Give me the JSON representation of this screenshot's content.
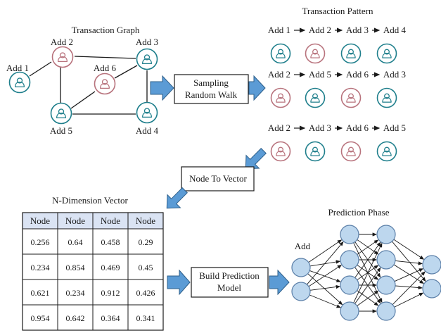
{
  "transaction_graph": {
    "title": "Transaction Graph",
    "nodes": [
      {
        "id": "add1",
        "label": "Add 1",
        "kind": "teal"
      },
      {
        "id": "add2",
        "label": "Add 2",
        "kind": "pink"
      },
      {
        "id": "add3",
        "label": "Add 3",
        "kind": "teal"
      },
      {
        "id": "add6",
        "label": "Add 6",
        "kind": "pink"
      },
      {
        "id": "add5",
        "label": "Add 5",
        "kind": "teal"
      },
      {
        "id": "add4",
        "label": "Add 4",
        "kind": "teal"
      }
    ]
  },
  "sampling_box": {
    "line1": "Sampling",
    "line2": "Random Walk"
  },
  "transaction_pattern": {
    "title": "Transaction Pattern",
    "rows": [
      {
        "addresses": [
          "Add 1",
          "Add 2",
          "Add 3",
          "Add 4"
        ],
        "icons": [
          "teal",
          "pink",
          "teal",
          "teal"
        ]
      },
      {
        "addresses": [
          "Add 2",
          "Add 5",
          "Add 6",
          "Add 3"
        ],
        "icons": [
          "pink",
          "teal",
          "pink",
          "teal"
        ]
      },
      {
        "addresses": [
          "Add 2",
          "Add 3",
          "Add 6",
          "Add 5"
        ],
        "icons": [
          "pink",
          "teal",
          "pink",
          "teal"
        ]
      }
    ]
  },
  "node_to_vector_box": {
    "label": "Node To Vector"
  },
  "vector_table": {
    "title": "N-Dimension Vector",
    "headers": [
      "Node",
      "Node",
      "Node",
      "Node"
    ],
    "rows": [
      [
        "0.256",
        "0.64",
        "0.458",
        "0.29"
      ],
      [
        "0.234",
        "0.854",
        "0.469",
        "0.45"
      ],
      [
        "0.621",
        "0.234",
        "0.912",
        "0.426"
      ],
      [
        "0.954",
        "0.642",
        "0.364",
        "0.341"
      ]
    ]
  },
  "build_box": {
    "line1": "Build Prediction",
    "line2": "Model"
  },
  "prediction": {
    "title": "Prediction Phase",
    "input_label": "Add"
  },
  "colors": {
    "teal": "#1f7f8c",
    "pink": "#b8737d",
    "arrow_fill": "#5b9bd5",
    "arrow_stroke": "#2e5f8a",
    "neuron_fill": "#bdd7ee",
    "neuron_stroke": "#5b7fa8",
    "table_header": "#dae3f3"
  }
}
